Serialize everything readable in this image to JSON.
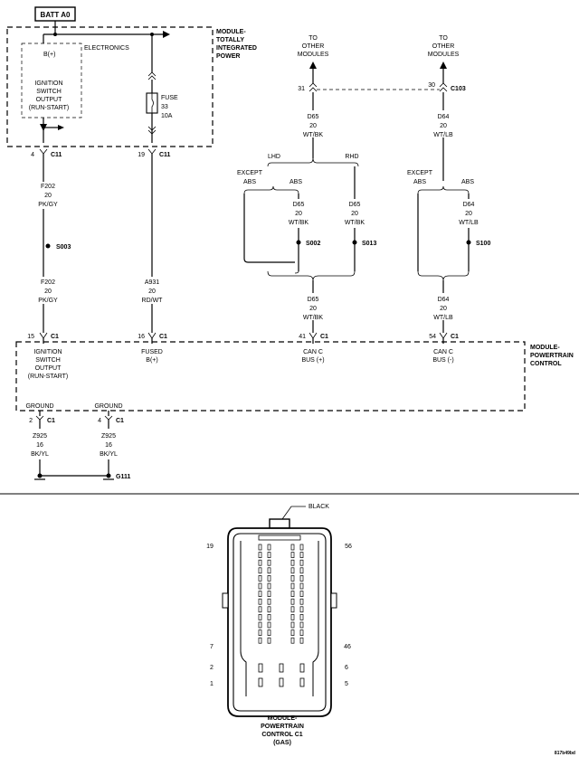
{
  "top": {
    "batt_label": "BATT A0",
    "module_tipm": [
      "MODULE-",
      "TOTALLY",
      "INTEGRATED",
      "POWER"
    ],
    "electronics": "ELECTRONICS",
    "b_plus": "B(+)",
    "ignition_tipm": [
      "IGNITION",
      "SWITCH",
      "OUTPUT",
      "(RUN-START)"
    ],
    "fuse": [
      "FUSE",
      "33",
      "10A"
    ],
    "to_other_1": [
      "TO",
      "OTHER",
      "MODULES"
    ],
    "to_other_2": [
      "TO",
      "OTHER",
      "MODULES"
    ],
    "pin_31": "31",
    "pin_30": "30",
    "c103": "C103",
    "wire_d65_a": [
      "D65",
      "20",
      "WT/BK"
    ],
    "wire_d64_a": [
      "D64",
      "20",
      "WT/LB"
    ],
    "pin_4": "4",
    "pin_19": "19",
    "c11": "C11",
    "lhd": "LHD",
    "rhd": "RHD",
    "except_abs": [
      "EXCEPT",
      "ABS"
    ],
    "abs": "ABS",
    "wire_f202_a": [
      "F202",
      "20",
      "PK/GY"
    ],
    "wire_d65_b": [
      "D65",
      "20",
      "WT/BK"
    ],
    "wire_d65_c": [
      "D65",
      "20",
      "WT/BK"
    ],
    "wire_d64_b": [
      "D64",
      "20",
      "WT/LB"
    ],
    "s003": "S003",
    "s002": "S002",
    "s013": "S013",
    "s100": "S100",
    "wire_f202_b": [
      "F202",
      "20",
      "PK/GY"
    ],
    "wire_a931": [
      "A931",
      "20",
      "RD/WT"
    ],
    "wire_d65_d": [
      "D65",
      "20",
      "WT/BK"
    ],
    "wire_d64_c": [
      "D64",
      "20",
      "WT/LB"
    ]
  },
  "pcm": {
    "module": [
      "MODULE-",
      "POWERTRAIN",
      "CONTROL"
    ],
    "pin_15": "15",
    "pin_16": "16",
    "pin_41": "41",
    "pin_54": "54",
    "c1": "C1",
    "ignition": [
      "IGNITION",
      "SWITCH",
      "OUTPUT",
      "(RUN-START)"
    ],
    "fused": [
      "FUSED",
      "B(+)"
    ],
    "can_plus": [
      "CAN C",
      "BUS (+)"
    ],
    "can_minus": [
      "CAN C",
      "BUS (-)"
    ],
    "ground": "GROUND",
    "pin_2": "2",
    "pin_4": "4",
    "wire_z925": [
      "Z925",
      "16",
      "BK/YL"
    ],
    "g111": "G111"
  },
  "connector": {
    "black": "BLACK",
    "pin_19": "19",
    "pin_56": "56",
    "pin_7": "7",
    "pin_46": "46",
    "pin_2": "2",
    "pin_6": "6",
    "pin_1": "1",
    "pin_5": "5",
    "caption": [
      "MODULE-",
      "POWERTRAIN",
      "CONTROL C1",
      "(GAS)"
    ],
    "figure_code": "817b49bd"
  }
}
